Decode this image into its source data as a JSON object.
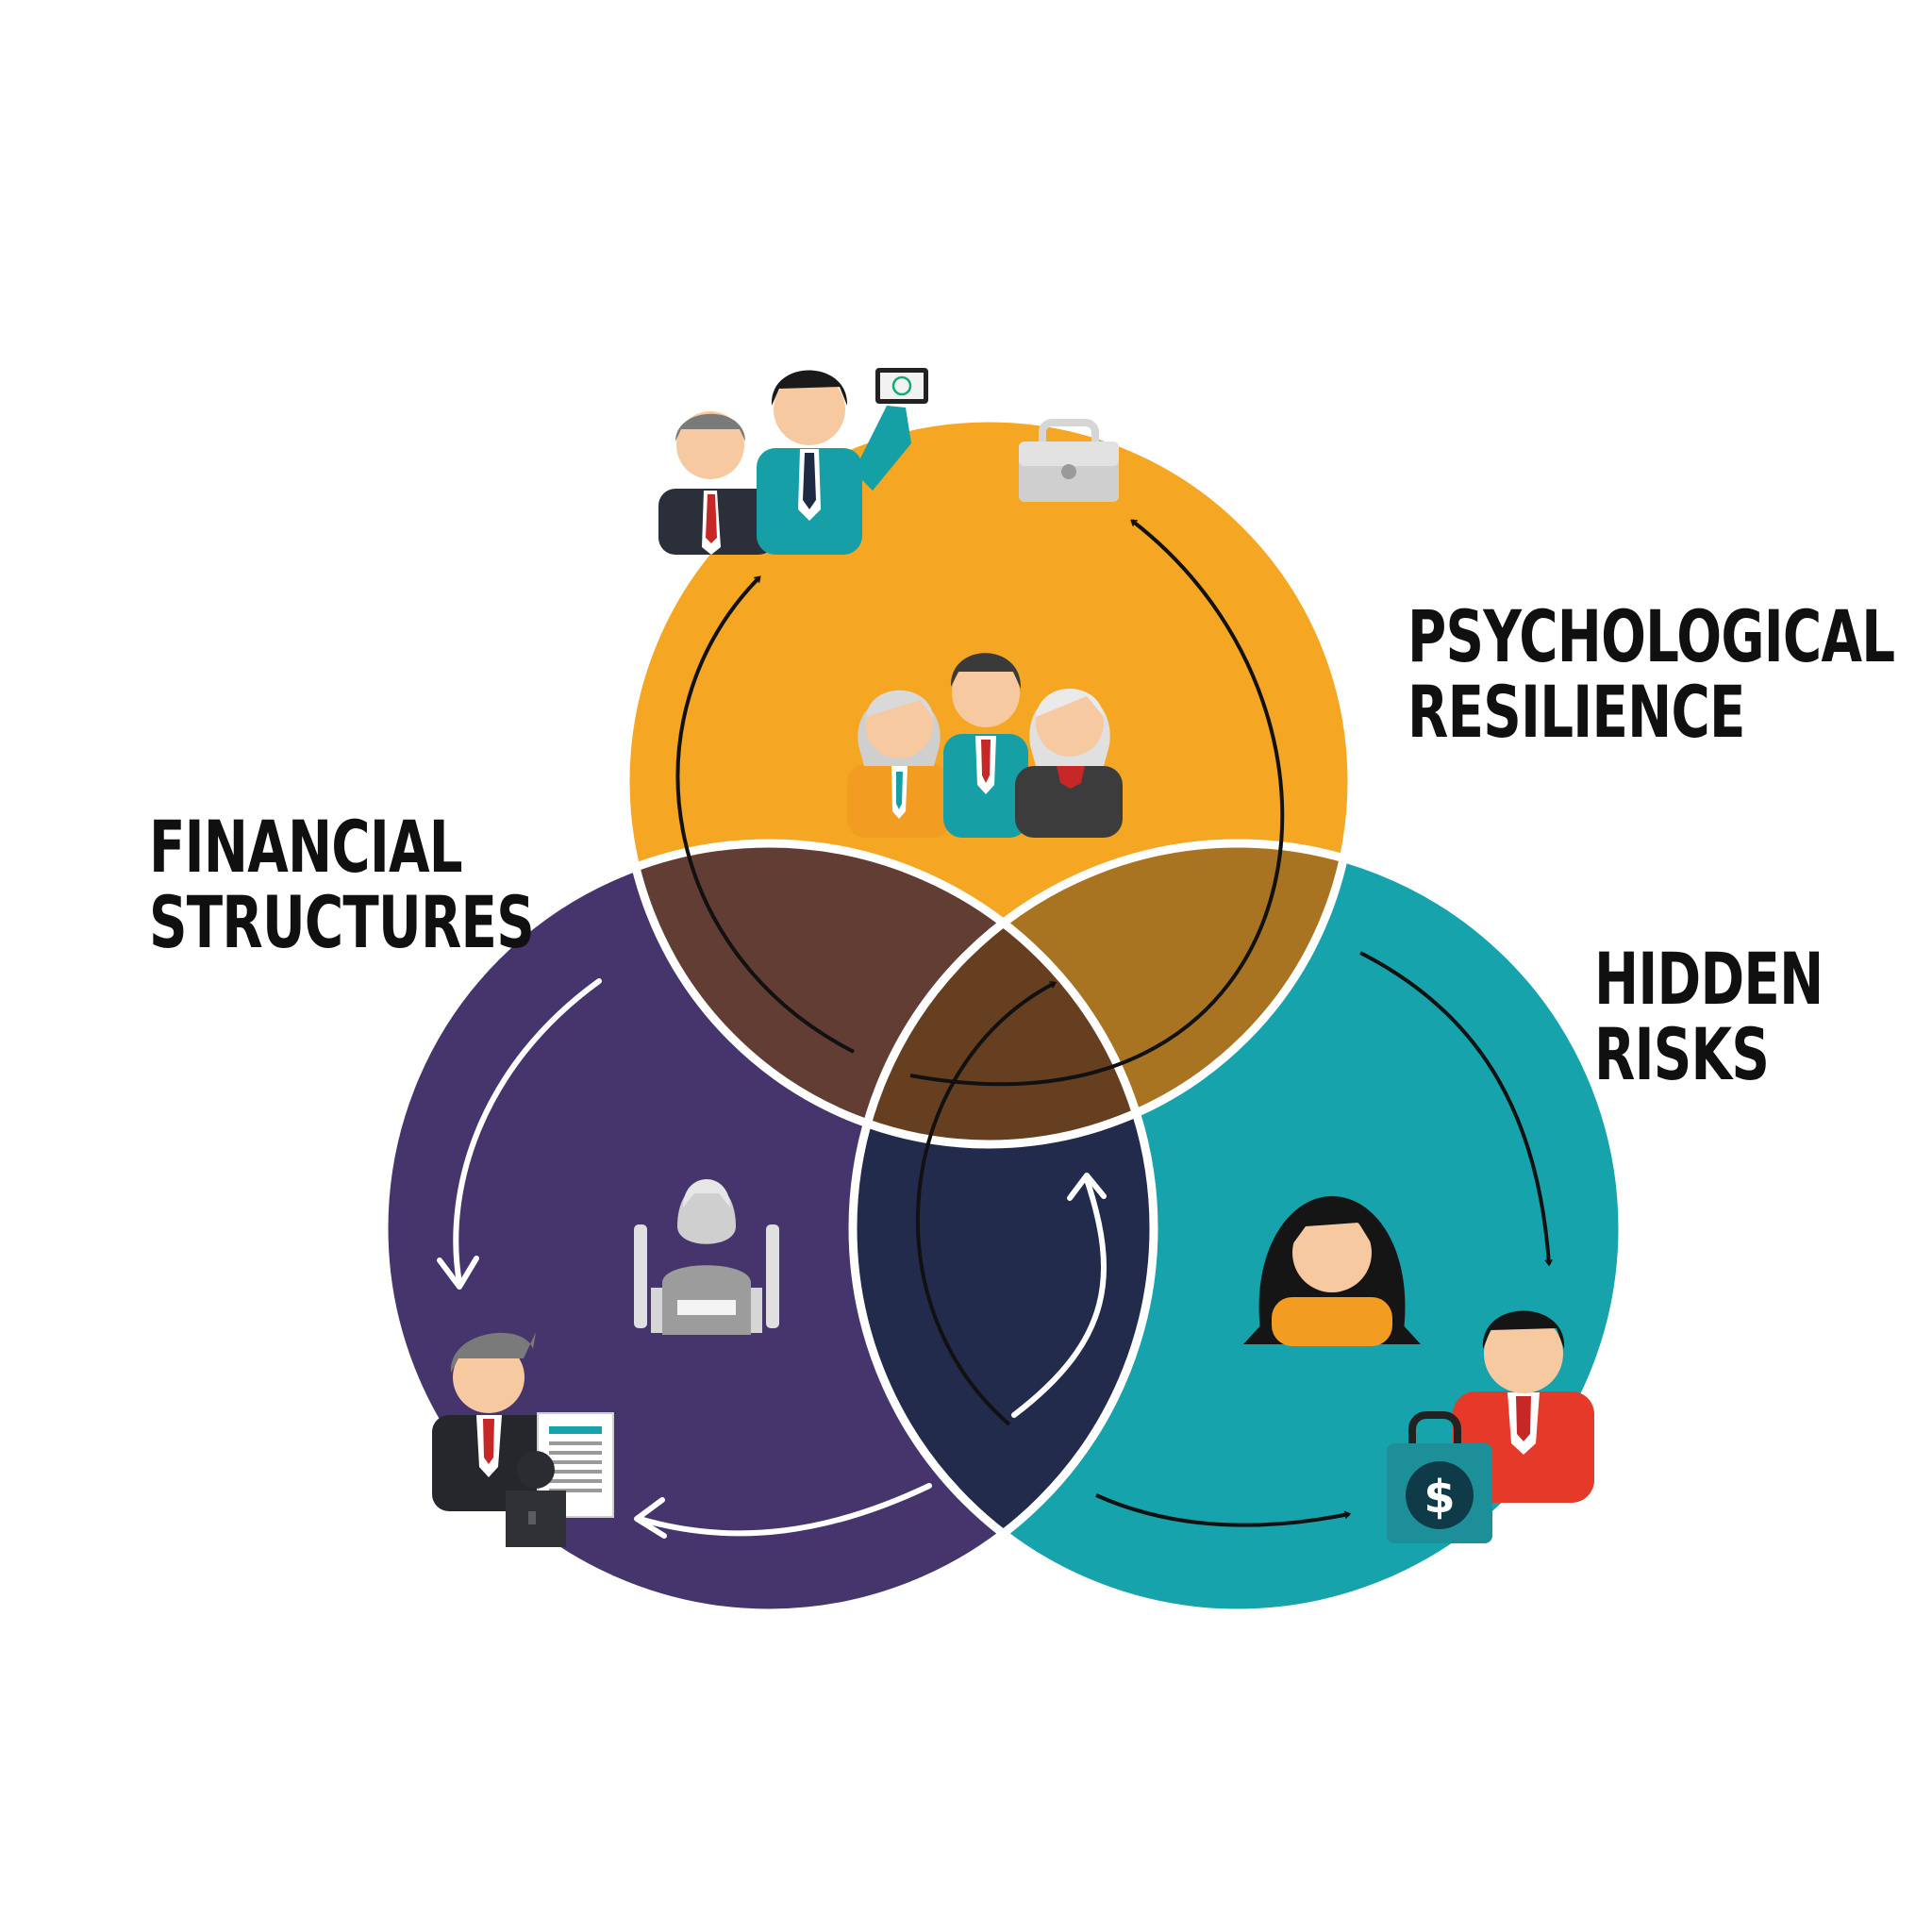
{
  "diagram": {
    "type": "venn",
    "colors": {
      "top": "#f5a623",
      "left": "#46356c",
      "right": "#17a3ac",
      "top_left": "#613d33",
      "top_right": "#a97421",
      "left_right": "#232b4c",
      "center": "#663f20",
      "outline": "#ffffff",
      "arrow_dark": "#111111",
      "arrow_light": "#ffffff"
    },
    "sets": [
      {
        "id": "top",
        "label_lines": [
          "PSYCHOLOGICAL",
          "RESILIENCE"
        ],
        "icons": [
          "two-businessmen-icon",
          "briefcase-icon",
          "family-group-icon"
        ]
      },
      {
        "id": "left",
        "label_lines": [
          "FINANCIAL",
          "STRUCTURES"
        ],
        "icons": [
          "robot-icon",
          "businessman-with-document-icon"
        ]
      },
      {
        "id": "right",
        "label_lines": [
          "HIDDEN",
          "RISKS"
        ],
        "icons": [
          "woman-avatar-icon",
          "man-with-money-bag-icon"
        ]
      }
    ]
  }
}
